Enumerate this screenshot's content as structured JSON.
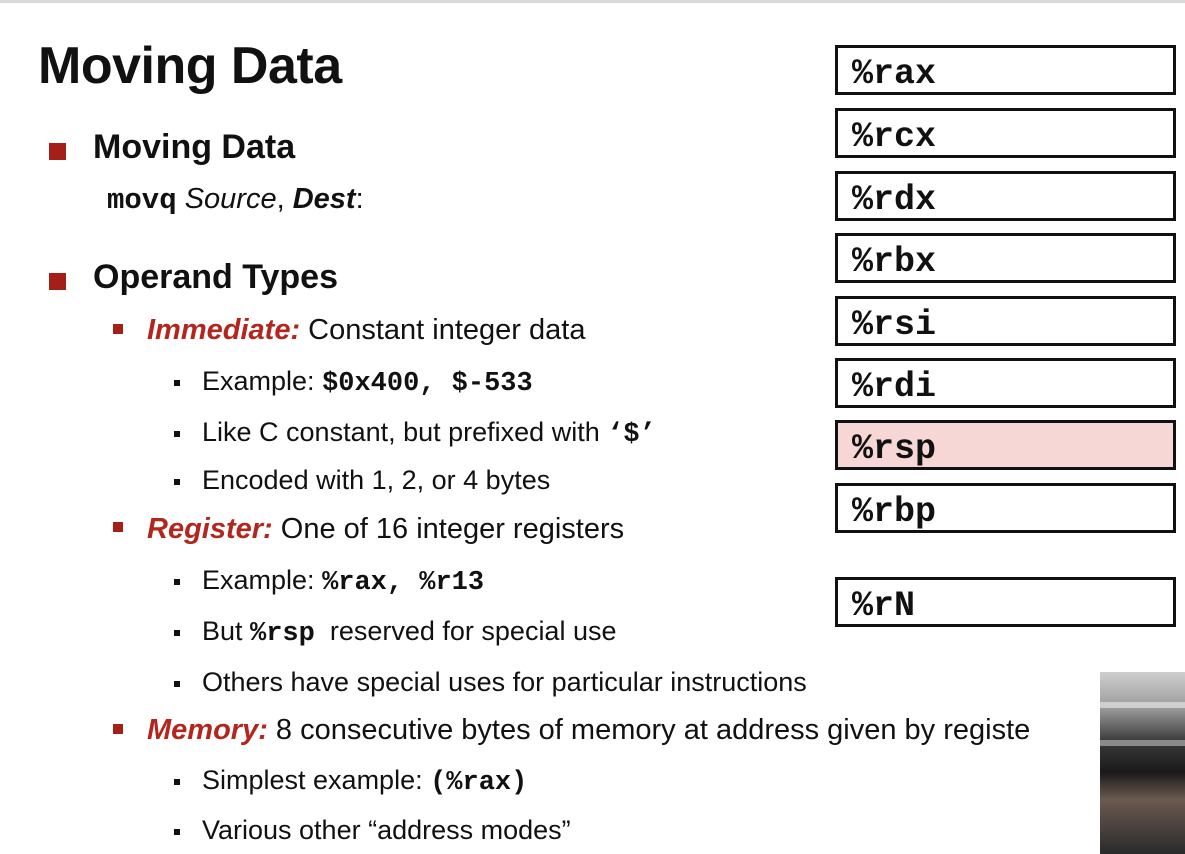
{
  "slide": {
    "title": "Moving Data",
    "moving": {
      "heading": "Moving Data",
      "instr": "movq",
      "source": "Source",
      "comma": ",",
      "dest": "Dest",
      "colon": ":"
    },
    "operand": {
      "heading": "Operand Types",
      "immediate": {
        "label": "Immediate:",
        "desc": " Constant integer data",
        "example_prefix": "Example: ",
        "example_code": "$0x400, $-533",
        "like_text": "Like C constant, but prefixed with ",
        "like_code": "‘$’",
        "encoded": "Encoded with 1, 2, or 4 bytes"
      },
      "register": {
        "label": "Register:",
        "desc": " One of 16 integer registers",
        "example_prefix": "Example: ",
        "example_code": "%rax, %r13",
        "but_text": "But ",
        "but_code": "%rsp",
        "but_rest": "  reserved for special use",
        "others": "Others have special uses for particular instructions"
      },
      "memory": {
        "label": "Memory:",
        "desc": " 8 consecutive bytes of memory at address given by registe",
        "simplest_prefix": "Simplest example: ",
        "simplest_code": "(%rax)",
        "various": "Various other “address modes”"
      }
    }
  },
  "registers": [
    "%rax",
    "%rcx",
    "%rdx",
    "%rbx",
    "%rsi",
    "%rdi",
    "%rsp",
    "%rbp",
    "%rN"
  ],
  "colors": {
    "bullet_red": "#a31f17",
    "label_red": "#b3261e",
    "highlight": "#f7d6d6"
  }
}
